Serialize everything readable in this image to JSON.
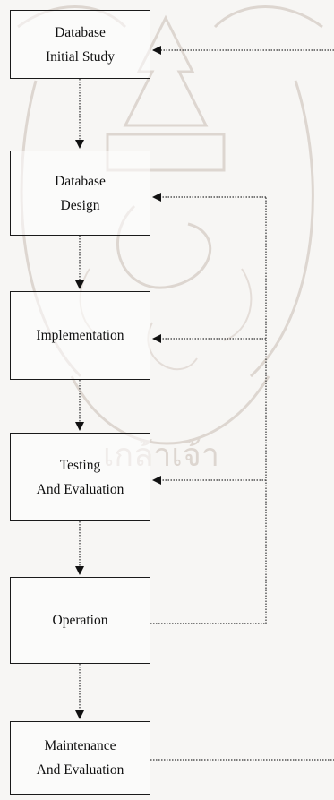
{
  "diagram": {
    "steps": [
      {
        "id": "initial-study",
        "lines": [
          "Database",
          "Initial Study"
        ]
      },
      {
        "id": "database-design",
        "lines": [
          "Database",
          "Design"
        ]
      },
      {
        "id": "implementation",
        "lines": [
          "Implementation"
        ]
      },
      {
        "id": "testing-evaluation",
        "lines": [
          "Testing",
          "And Evaluation"
        ]
      },
      {
        "id": "operation",
        "lines": [
          "Operation"
        ]
      },
      {
        "id": "maintenance-evaluation",
        "lines": [
          "Maintenance",
          "And Evaluation"
        ]
      }
    ]
  }
}
